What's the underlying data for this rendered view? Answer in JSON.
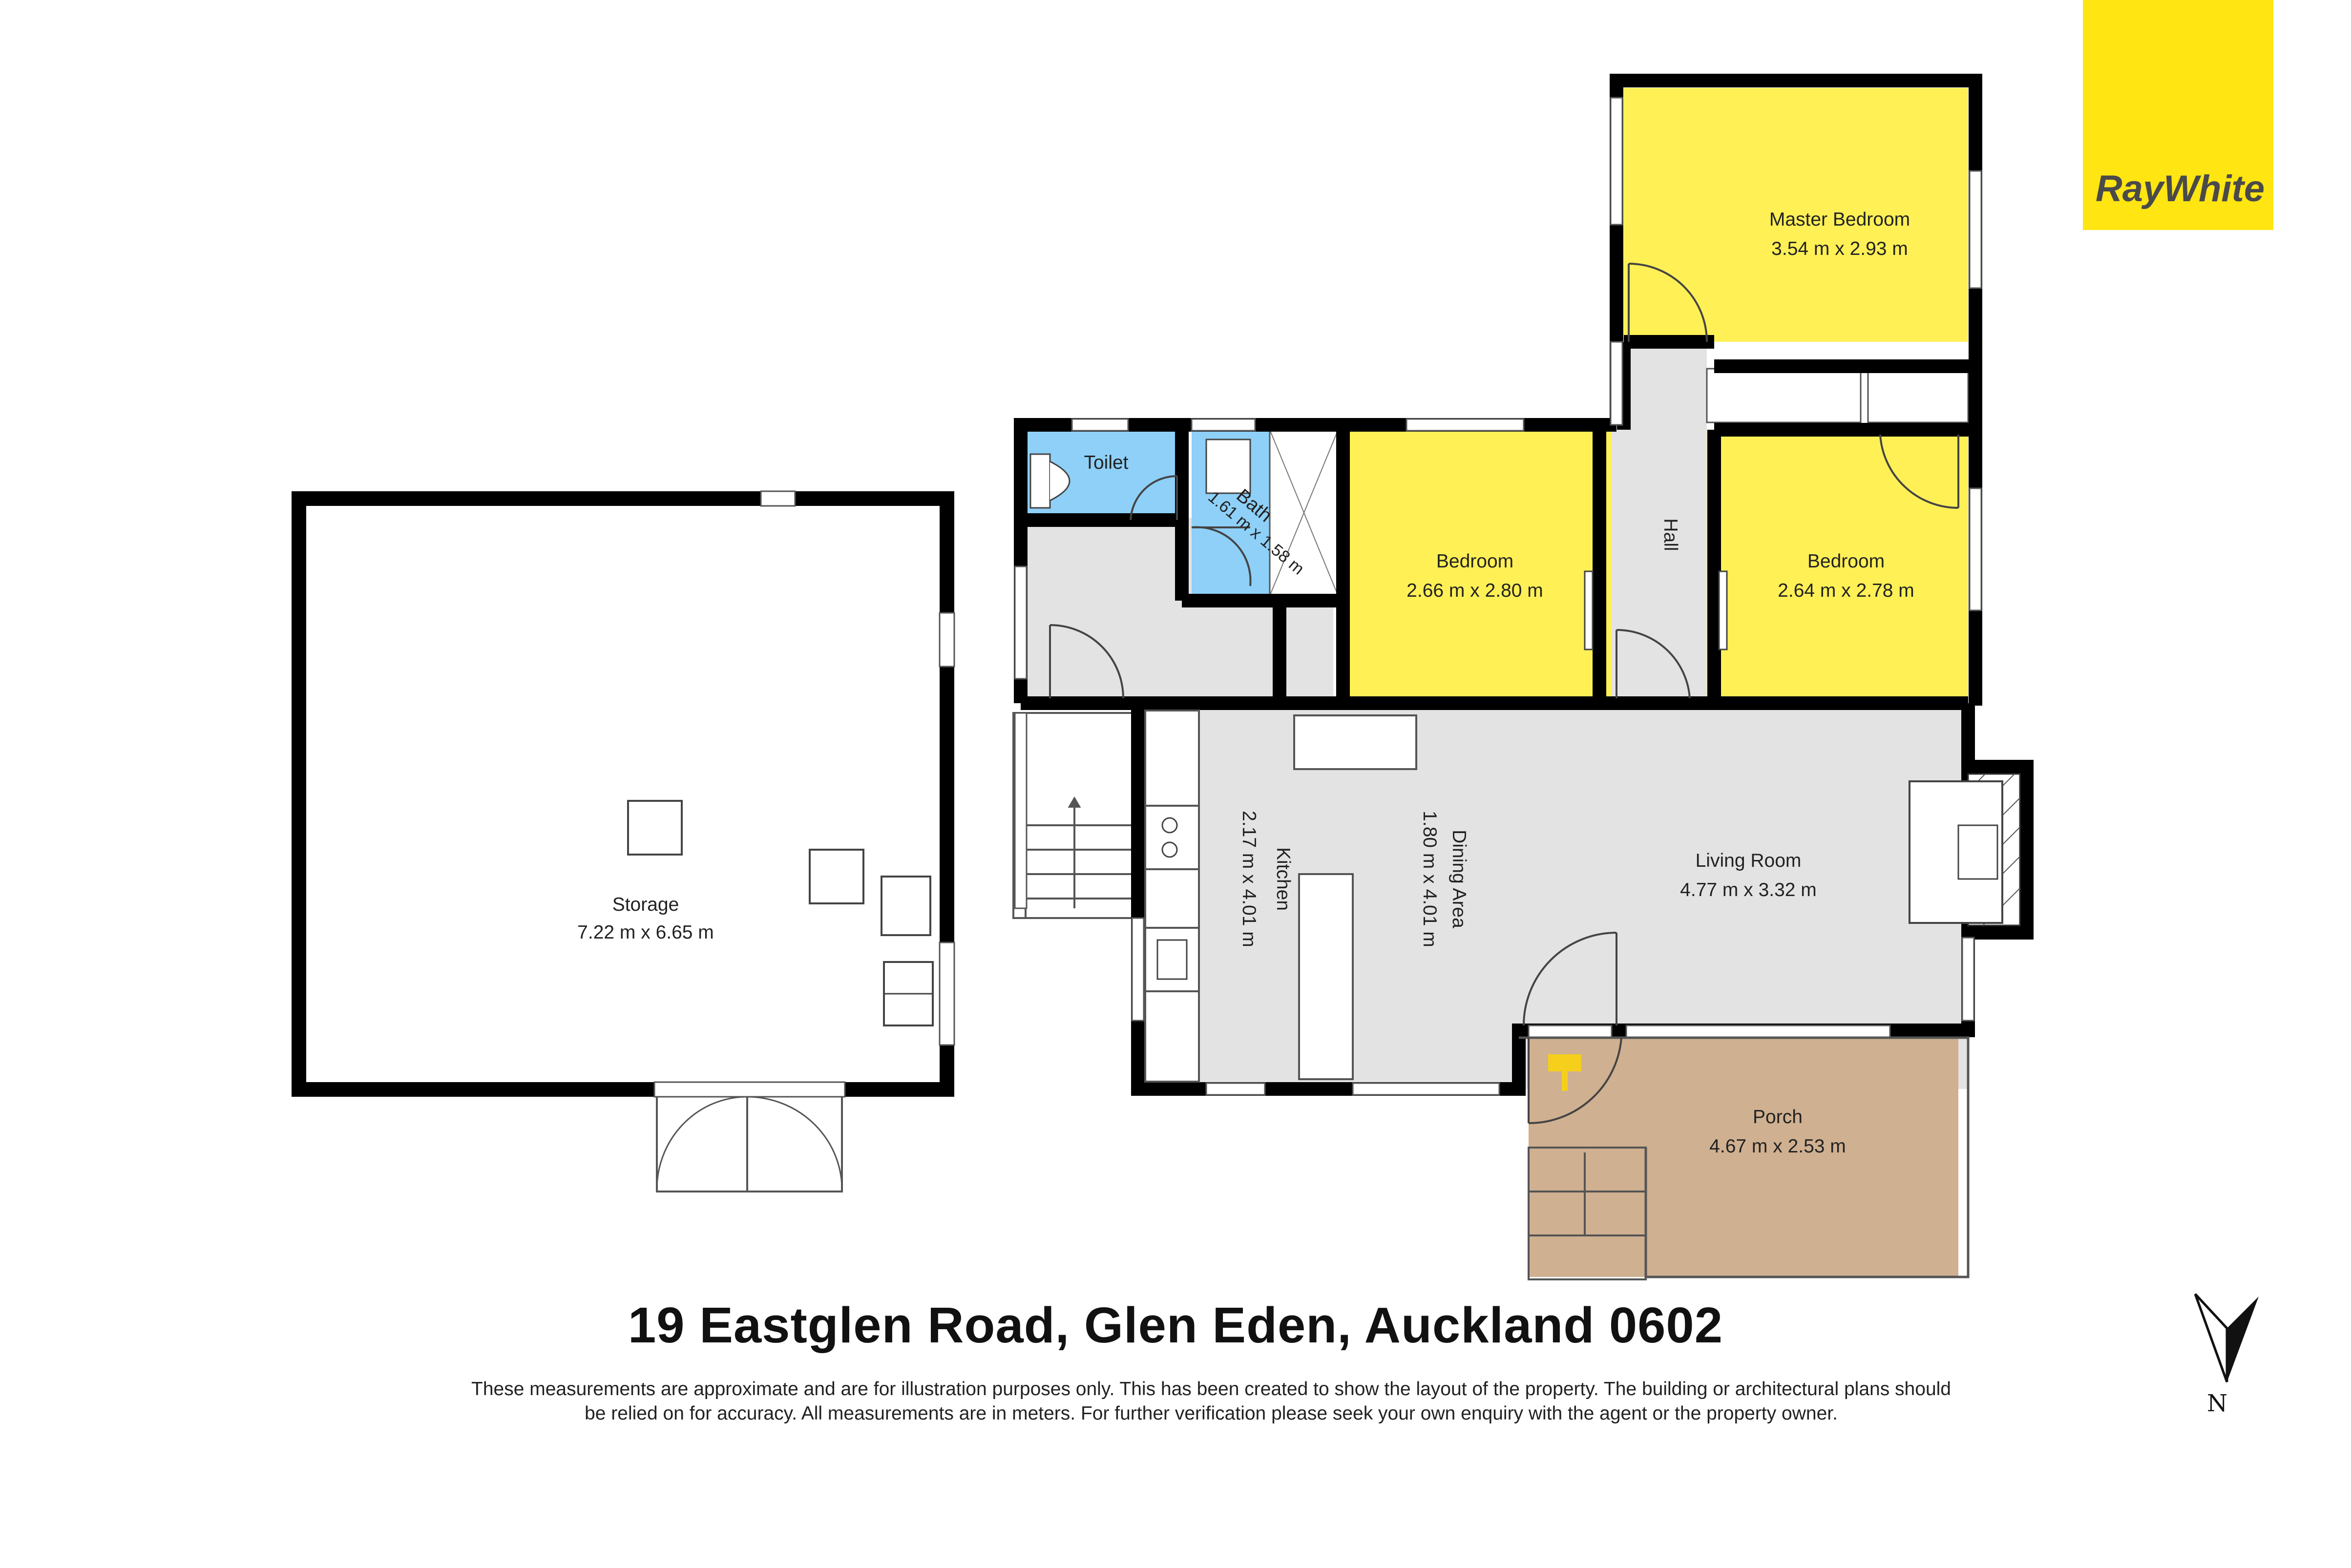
{
  "brand": {
    "name": "RayWhite",
    "color": "#ffe512",
    "text_color": "#4a4a4a"
  },
  "address": "19 Eastglen Road, Glen Eden, Auckland 0602",
  "disclaimer": "These measurements are approximate and are for illustration purposes only. This has been created to show the layout of the property. The building or architectural plans should be relied on for accuracy. All measurements are in meters. For further verification please seek your own enquiry with the agent or the property owner.",
  "compass": {
    "label": "N",
    "icon": "north-arrow-icon"
  },
  "colors": {
    "bedroom": "#fff056",
    "bath": "#8ed0f8",
    "porch": "#cfb090",
    "common": "#e3e3e3",
    "wall": "#000000",
    "entrance_arrow": "#f5cf1b"
  },
  "rooms": {
    "storage": {
      "name": "Storage",
      "dims": "7.22 m x 6.65 m"
    },
    "master_bedroom": {
      "name": "Master Bedroom",
      "dims": "3.54 m x 2.93 m"
    },
    "bedroom_1": {
      "name": "Bedroom",
      "dims": "2.66 m x 2.80 m"
    },
    "bedroom_2": {
      "name": "Bedroom",
      "dims": "2.64 m x 2.78 m"
    },
    "toilet": {
      "name": "Toilet"
    },
    "bath": {
      "name": "Bath",
      "dims": "1.61 m x 1.58 m"
    },
    "hall": {
      "name": "Hall"
    },
    "kitchen": {
      "name": "Kitchen",
      "dims": "2.17 m x 4.01 m"
    },
    "dining": {
      "name": "Dining Area",
      "dims": "1.80 m x 4.01 m"
    },
    "living": {
      "name": "Living Room",
      "dims": "4.77 m x 3.32 m"
    },
    "porch": {
      "name": "Porch",
      "dims": "4.67 m x 2.53 m"
    }
  }
}
